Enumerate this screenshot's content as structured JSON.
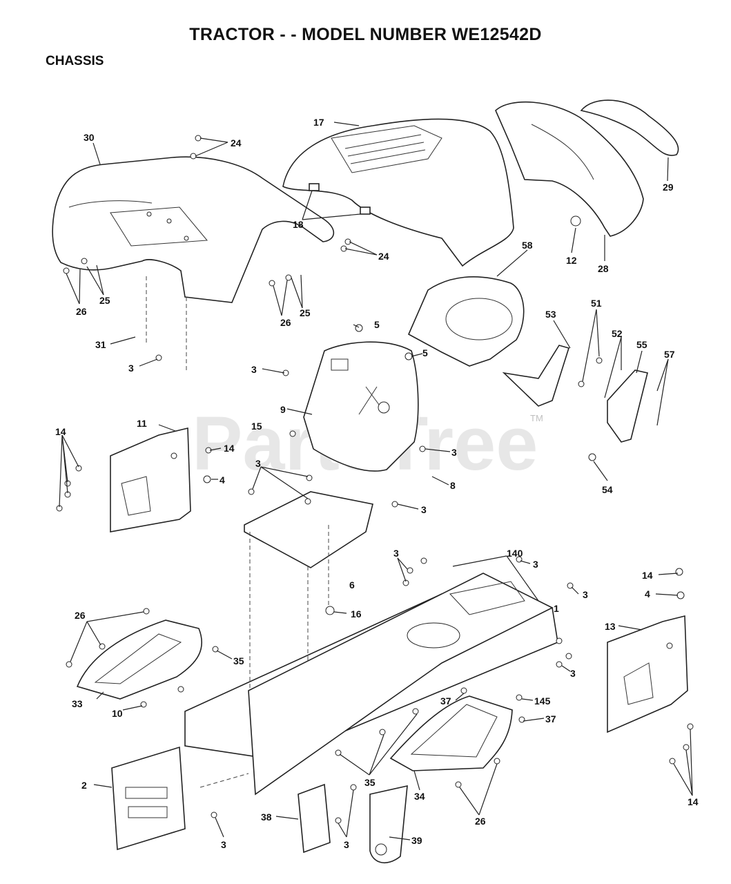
{
  "title": "TRACTOR - - MODEL NUMBER WE12542D",
  "section": "CHASSIS",
  "watermark": "PartsTree",
  "watermark_tm": "TM",
  "callouts": [
    {
      "id": "c17",
      "text": "17"
    },
    {
      "id": "c30",
      "text": "30"
    },
    {
      "id": "c24a",
      "text": "24"
    },
    {
      "id": "c29",
      "text": "29"
    },
    {
      "id": "c18",
      "text": "18"
    },
    {
      "id": "c24b",
      "text": "24"
    },
    {
      "id": "c12",
      "text": "12"
    },
    {
      "id": "c28",
      "text": "28"
    },
    {
      "id": "c58",
      "text": "58"
    },
    {
      "id": "c25a",
      "text": "25"
    },
    {
      "id": "c26a",
      "text": "26"
    },
    {
      "id": "c26b",
      "text": "26"
    },
    {
      "id": "c25b",
      "text": "25"
    },
    {
      "id": "c5a",
      "text": "5"
    },
    {
      "id": "c5b",
      "text": "5"
    },
    {
      "id": "c53",
      "text": "53"
    },
    {
      "id": "c51",
      "text": "51"
    },
    {
      "id": "c52",
      "text": "52"
    },
    {
      "id": "c55",
      "text": "55"
    },
    {
      "id": "c57",
      "text": "57"
    },
    {
      "id": "c31",
      "text": "31"
    },
    {
      "id": "c3a",
      "text": "3"
    },
    {
      "id": "c3b",
      "text": "3"
    },
    {
      "id": "c9",
      "text": "9"
    },
    {
      "id": "c11",
      "text": "11"
    },
    {
      "id": "c14a",
      "text": "14"
    },
    {
      "id": "c15",
      "text": "15"
    },
    {
      "id": "c14b",
      "text": "14"
    },
    {
      "id": "c3c",
      "text": "3"
    },
    {
      "id": "c4a",
      "text": "4"
    },
    {
      "id": "c3d",
      "text": "3"
    },
    {
      "id": "c8",
      "text": "8"
    },
    {
      "id": "c54",
      "text": "54"
    },
    {
      "id": "c3e",
      "text": "3"
    },
    {
      "id": "c140",
      "text": "140"
    },
    {
      "id": "c3f",
      "text": "3"
    },
    {
      "id": "c3g",
      "text": "3"
    },
    {
      "id": "c3h",
      "text": "3"
    },
    {
      "id": "c6",
      "text": "6"
    },
    {
      "id": "c14c",
      "text": "14"
    },
    {
      "id": "c4b",
      "text": "4"
    },
    {
      "id": "c1",
      "text": "1"
    },
    {
      "id": "c16",
      "text": "16"
    },
    {
      "id": "c13",
      "text": "13"
    },
    {
      "id": "c26c",
      "text": "26"
    },
    {
      "id": "c35a",
      "text": "35"
    },
    {
      "id": "c3i",
      "text": "3"
    },
    {
      "id": "c37a",
      "text": "37"
    },
    {
      "id": "c145",
      "text": "145"
    },
    {
      "id": "c37b",
      "text": "37"
    },
    {
      "id": "c33",
      "text": "33"
    },
    {
      "id": "c10",
      "text": "10"
    },
    {
      "id": "c2",
      "text": "2"
    },
    {
      "id": "c35b",
      "text": "35"
    },
    {
      "id": "c34",
      "text": "34"
    },
    {
      "id": "c14d",
      "text": "14"
    },
    {
      "id": "c26d",
      "text": "26"
    },
    {
      "id": "c3j",
      "text": "3"
    },
    {
      "id": "c38",
      "text": "38"
    },
    {
      "id": "c39",
      "text": "39"
    },
    {
      "id": "c3k",
      "text": "3"
    }
  ]
}
